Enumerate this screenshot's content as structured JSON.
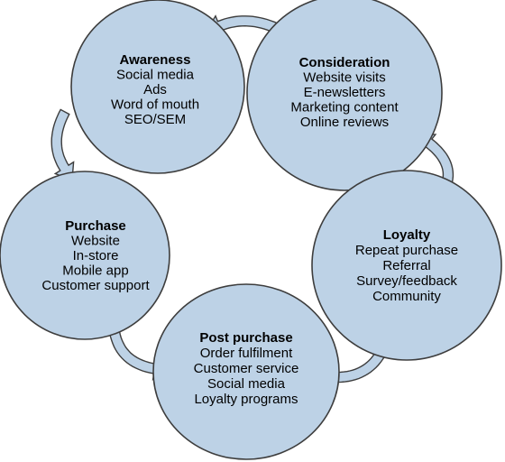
{
  "colors": {
    "circle_fill": "#bdd2e6",
    "circle_stroke": "#3d3d3d",
    "arrow_fill": "#bdd2e6",
    "arrow_stroke": "#3d3d3d"
  },
  "stages": [
    {
      "key": "awareness",
      "title": "Awareness",
      "items": [
        "Social media",
        "Ads",
        "Word of mouth",
        "SEO/SEM"
      ]
    },
    {
      "key": "consideration",
      "title": "Consideration",
      "items": [
        "Website visits",
        "E-newsletters",
        "Marketing content",
        "Online reviews"
      ]
    },
    {
      "key": "loyalty",
      "title": "Loyalty",
      "items": [
        "Repeat purchase",
        "Referral",
        "Survey/feedback",
        "Community"
      ]
    },
    {
      "key": "post-purchase",
      "title": "Post purchase",
      "items": [
        "Order fulfilment",
        "Customer service",
        "Social media",
        "Loyalty programs"
      ]
    },
    {
      "key": "purchase",
      "title": "Purchase",
      "items": [
        "Website",
        "In-store",
        "Mobile app",
        "Customer support"
      ]
    }
  ],
  "flows": [
    {
      "from": "consideration",
      "to": "awareness"
    },
    {
      "from": "awareness",
      "to": "purchase"
    },
    {
      "from": "purchase",
      "to": "post-purchase"
    },
    {
      "from": "post-purchase",
      "to": "loyalty"
    },
    {
      "from": "loyalty",
      "to": "consideration"
    }
  ]
}
